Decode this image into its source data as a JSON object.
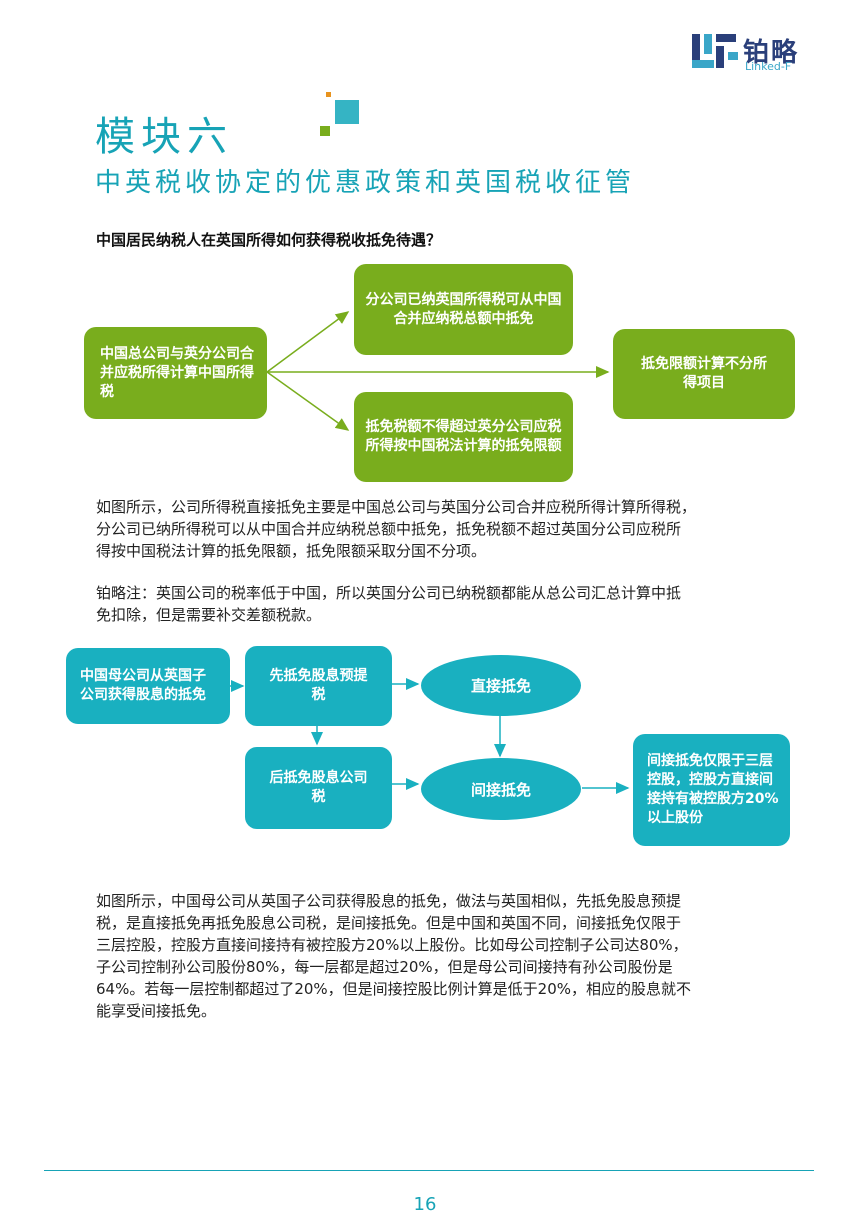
{
  "logo": {
    "name": "铂略",
    "sub": "Linked-F"
  },
  "module_title": "模块六",
  "sub_title": "中英税收协定的优惠政策和英国税收征管",
  "question": "中国居民纳税人在英国所得如何获得税收抵免待遇？",
  "diagram1": {
    "source": "中国总公司与英分公司合并应税所得计算中国所得税",
    "top": "分公司已纳英国所得税可从中国合并应纳税总额中抵免",
    "bottom": "抵免税额不得超过英分公司应税所得按中国税法计算的抵免限额",
    "right": "抵免限额计算不分所得项目"
  },
  "para1": "如图所示，公司所得税直接抵免主要是中国总公司与英国分公司合并应税所得计算所得税，\n分公司已纳所得税可以从中国合并应纳税总额中抵免，抵免税额不超过英国分公司应税所\n得按中国税法计算的抵免限额，抵免限额采取分国不分项。",
  "note": "铂略注：英国公司的税率低于中国，所以英国分公司已纳税额都能从总公司汇总计算中抵\n免扣除，但是需要补交差额税款。",
  "diagram2": {
    "source": "中国母公司从英国子公司获得股息的抵免",
    "step1": "先抵免股息预提税",
    "step2": "后抵免股息公司税",
    "direct": "直接抵免",
    "indirect": "间接抵免",
    "result": "间接抵免仅限于三层控股，控股方直接间接持有被控股方20%以上股份"
  },
  "para2": "如图所示，中国母公司从英国子公司获得股息的抵免，做法与英国相似，先抵免股息预提\n税，是直接抵免再抵免股息公司税，是间接抵免。但是中国和英国不同，间接抵免仅限于\n三层控股，控股方直接间接持有被控股方20%以上股份。比如母公司控制子公司达80%，\n子公司控制孙公司股份80%，每一层都是超过20%，但是母公司间接持有孙公司股份是\n64%。若每一层控制都超过了20%，但是间接控股比例计算是低于20%，相应的股息就不\n能享受间接抵免。",
  "page_number": "16",
  "colors": {
    "teal": "#17a3b6",
    "green": "#79ad1d",
    "box_teal": "#19b0c0",
    "orange": "#e8931e"
  }
}
